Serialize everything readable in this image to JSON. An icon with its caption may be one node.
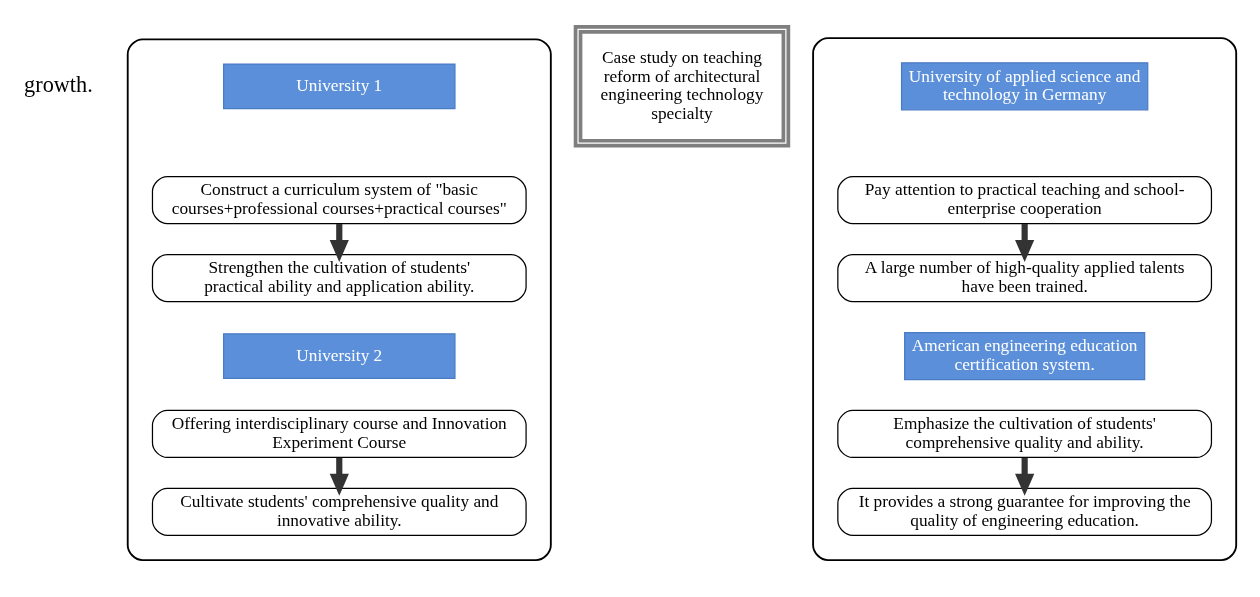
{
  "diagram": {
    "nodes": [
      {
        "text": [],
        "shape": "box"
      },
      {
        "text": [
          "University 1"
        ],
        "in": 0
      },
      {
        "text": [
          "Construct a curriculum system of \"basic courses+professional courses+practical courses\""
        ],
        "in": 0
      },
      {
        "text": [
          "Strengthen the cultivation of students' practical ability and application ability."
        ],
        "in": 0
      },
      {
        "text": [
          "University 2"
        ],
        "in": 0
      },
      {
        "text": [
          "Offering interdisciplinary course and Innovation Experiment Course"
        ],
        "in": 0
      },
      {
        "text": [
          "Cultivate students' comprehensive quality and innovative ability."
        ],
        "in": 0
      },
      {
        "text": [
          "Case study on teaching reform of architectural engineering technology specialty"
        ]
      },
      {
        "text": [],
        "shape": "box"
      },
      {
        "text": [
          "University of applied science and technology in Germany"
        ],
        "in": 8
      },
      {
        "text": [
          "Pay attention to practical teaching and school-enterprise cooperation"
        ],
        "in": 8
      },
      {
        "text": [
          "A large number of high-quality applied talents have been trained."
        ],
        "in": 8
      },
      {
        "text": [
          "American engineering education certification system."
        ],
        "in": 8
      },
      {
        "text": [
          "Emphasize the cultivation of students' comprehensive quality and ability."
        ],
        "in": 8
      },
      {
        "text": [
          "It provides a strong guarantee for improving the quality of engineering education."
        ],
        "in": 8
      }
    ],
    "edges": [
      {
        "from": 2,
        "to": 3,
        "arrow": "to"
      },
      {
        "from": 5,
        "to": 6,
        "arrow": "to"
      },
      {
        "from": 10,
        "to": 11,
        "arrow": "to"
      },
      {
        "from": 13,
        "to": 14,
        "arrow": "to"
      }
    ],
    "labels": [
      "growth."
    ]
  }
}
